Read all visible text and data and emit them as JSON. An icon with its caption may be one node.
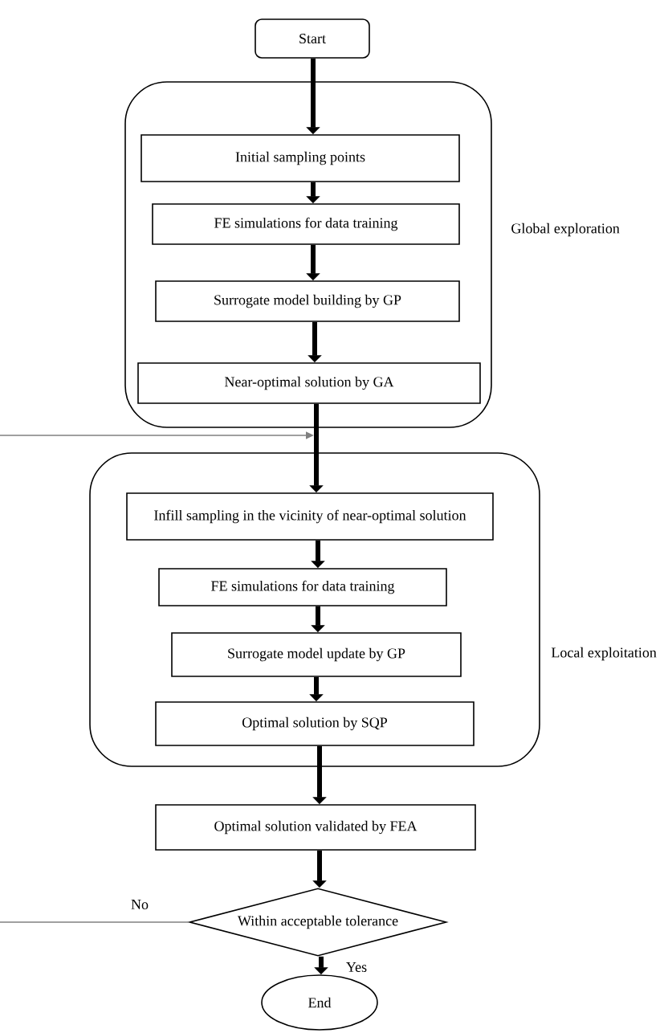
{
  "diagram": {
    "nodes": [
      {
        "text": [
          "Start"
        ]
      },
      {
        "text": [
          "Global exploration"
        ]
      },
      {
        "text": [
          "Initial sampling points"
        ],
        "in": 1
      },
      {
        "text": [
          "FE simulations for data training"
        ],
        "in": 1
      },
      {
        "text": [
          "Surrogate model building by GP"
        ],
        "in": 1
      },
      {
        "text": [
          "Near-optimal solution by GA"
        ],
        "in": 1
      },
      {
        "text": [
          "Local exploitation"
        ]
      },
      {
        "text": [
          "Infill sampling in the vicinity of near-optimal solution"
        ],
        "in": 6
      },
      {
        "text": [
          "FE simulations for data training"
        ],
        "in": 6
      },
      {
        "text": [
          "Surrogate model update by GP"
        ],
        "in": 6
      },
      {
        "text": [
          "Optimal solution by SQP"
        ],
        "in": 6
      },
      {
        "text": [
          "Optimal solution validated by FEA"
        ]
      },
      {
        "text": [
          "Within acceptable tolerance"
        ]
      },
      {
        "text": [
          "End"
        ]
      }
    ],
    "edges": [
      {
        "from": 0,
        "to": 2,
        "arrow": "to"
      },
      {
        "from": 2,
        "to": 3,
        "arrow": "to"
      },
      {
        "from": 3,
        "to": 4,
        "arrow": "to"
      },
      {
        "from": 4,
        "to": 5,
        "arrow": "to"
      },
      {
        "from": 5,
        "to": 7,
        "arrow": "to"
      },
      {
        "from": 7,
        "to": 8,
        "arrow": "to"
      },
      {
        "from": 8,
        "to": 9,
        "arrow": "to"
      },
      {
        "from": 9,
        "to": 10,
        "arrow": "to"
      },
      {
        "from": 10,
        "to": 11,
        "arrow": "to"
      },
      {
        "from": 11,
        "to": 12,
        "arrow": "to"
      },
      {
        "from": 12,
        "to": 13,
        "arrow": "to",
        "label": "Yes"
      },
      {
        "from": 12,
        "to": null,
        "arrow": "none",
        "label": "No",
        "color": "#808080"
      },
      {
        "from": null,
        "to": 7,
        "arrow": "to",
        "color": "#808080"
      }
    ]
  }
}
